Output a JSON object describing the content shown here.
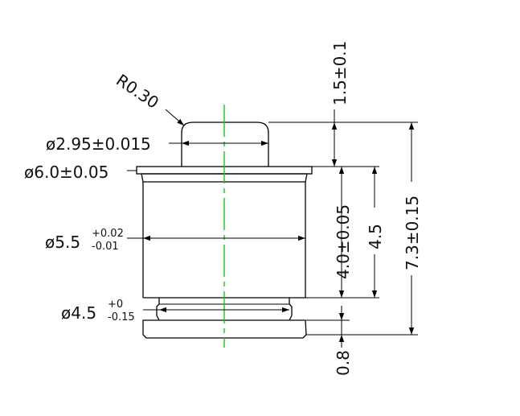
{
  "drawing": {
    "colors": {
      "outline": "#000000",
      "center_line": "#22c322",
      "background": "#ffffff"
    },
    "dimensions": {
      "radius": "R0.30",
      "top_dia": "ø2.95±0.015",
      "flange_dia": "ø6.0±0.05",
      "body_dia_base": "ø5.5",
      "body_dia_upper": "+0.02",
      "body_dia_lower": "-0.01",
      "groove_dia_base": "ø4.5",
      "groove_dia_upper": "+0",
      "groove_dia_lower": "-0.15",
      "top_height": "1.5±0.1",
      "body_height": "4.0±0.05",
      "flange_to_bottom": "4.5",
      "overall_height": "7.3±0.15",
      "base_height": "0.8"
    }
  }
}
